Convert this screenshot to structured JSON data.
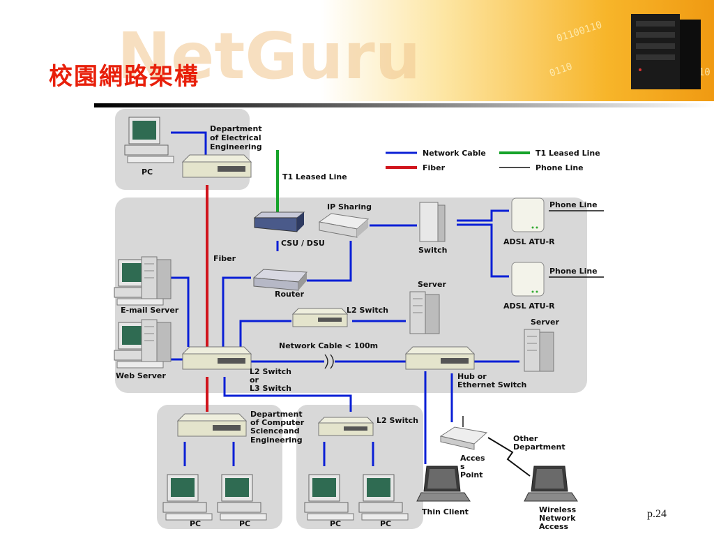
{
  "header": {
    "title": "校園網路架構",
    "watermark": "NetGuru",
    "accent_color": "#e8200b"
  },
  "legend": {
    "network_cable": "Network Cable",
    "t1_leased_line": "T1 Leased Line",
    "fiber": "Fiber",
    "phone_line": "Phone Line",
    "colors": {
      "network_cable": "#0a1fd6",
      "t1": "#16a32a",
      "fiber": "#d0141c",
      "phone": "#111111"
    }
  },
  "labels": {
    "dept_ee": [
      "Department",
      "of Electrical",
      "Engineering"
    ],
    "pc": "PC",
    "t1_leased_line": "T1 Leased Line",
    "ip_sharing": "IP Sharing",
    "csu_dsu": "CSU / DSU",
    "switch": "Switch",
    "phone_line_1": "Phone Line",
    "phone_line_2": "Phone Line",
    "adsl_1": "ADSL ATU-R",
    "adsl_2": "ADSL ATU-R",
    "fiber": "Fiber",
    "router": "Router",
    "server_1": "Server",
    "server_2": "Server",
    "email_server": "E-mail Server",
    "web_server": "Web Server",
    "l2_switch": "L2 Switch",
    "network_cable_100m": "Network Cable < 100m",
    "l2l3": [
      "L2 Switch",
      "or",
      "L3 Switch"
    ],
    "hub": [
      "Hub or",
      "Ethernet Switch"
    ],
    "dept_cs": [
      "Department",
      "of Computer",
      "Scienceand",
      "Engineering"
    ],
    "l2_switch_2": "L2 Switch",
    "access_point": [
      "Acces",
      "s",
      "Point"
    ],
    "other_dept": [
      "Other",
      "Department"
    ],
    "thin_client": "Thin Client",
    "wireless": [
      "Wireless",
      "Network",
      "Access"
    ]
  },
  "footer": {
    "page": "p.24"
  }
}
